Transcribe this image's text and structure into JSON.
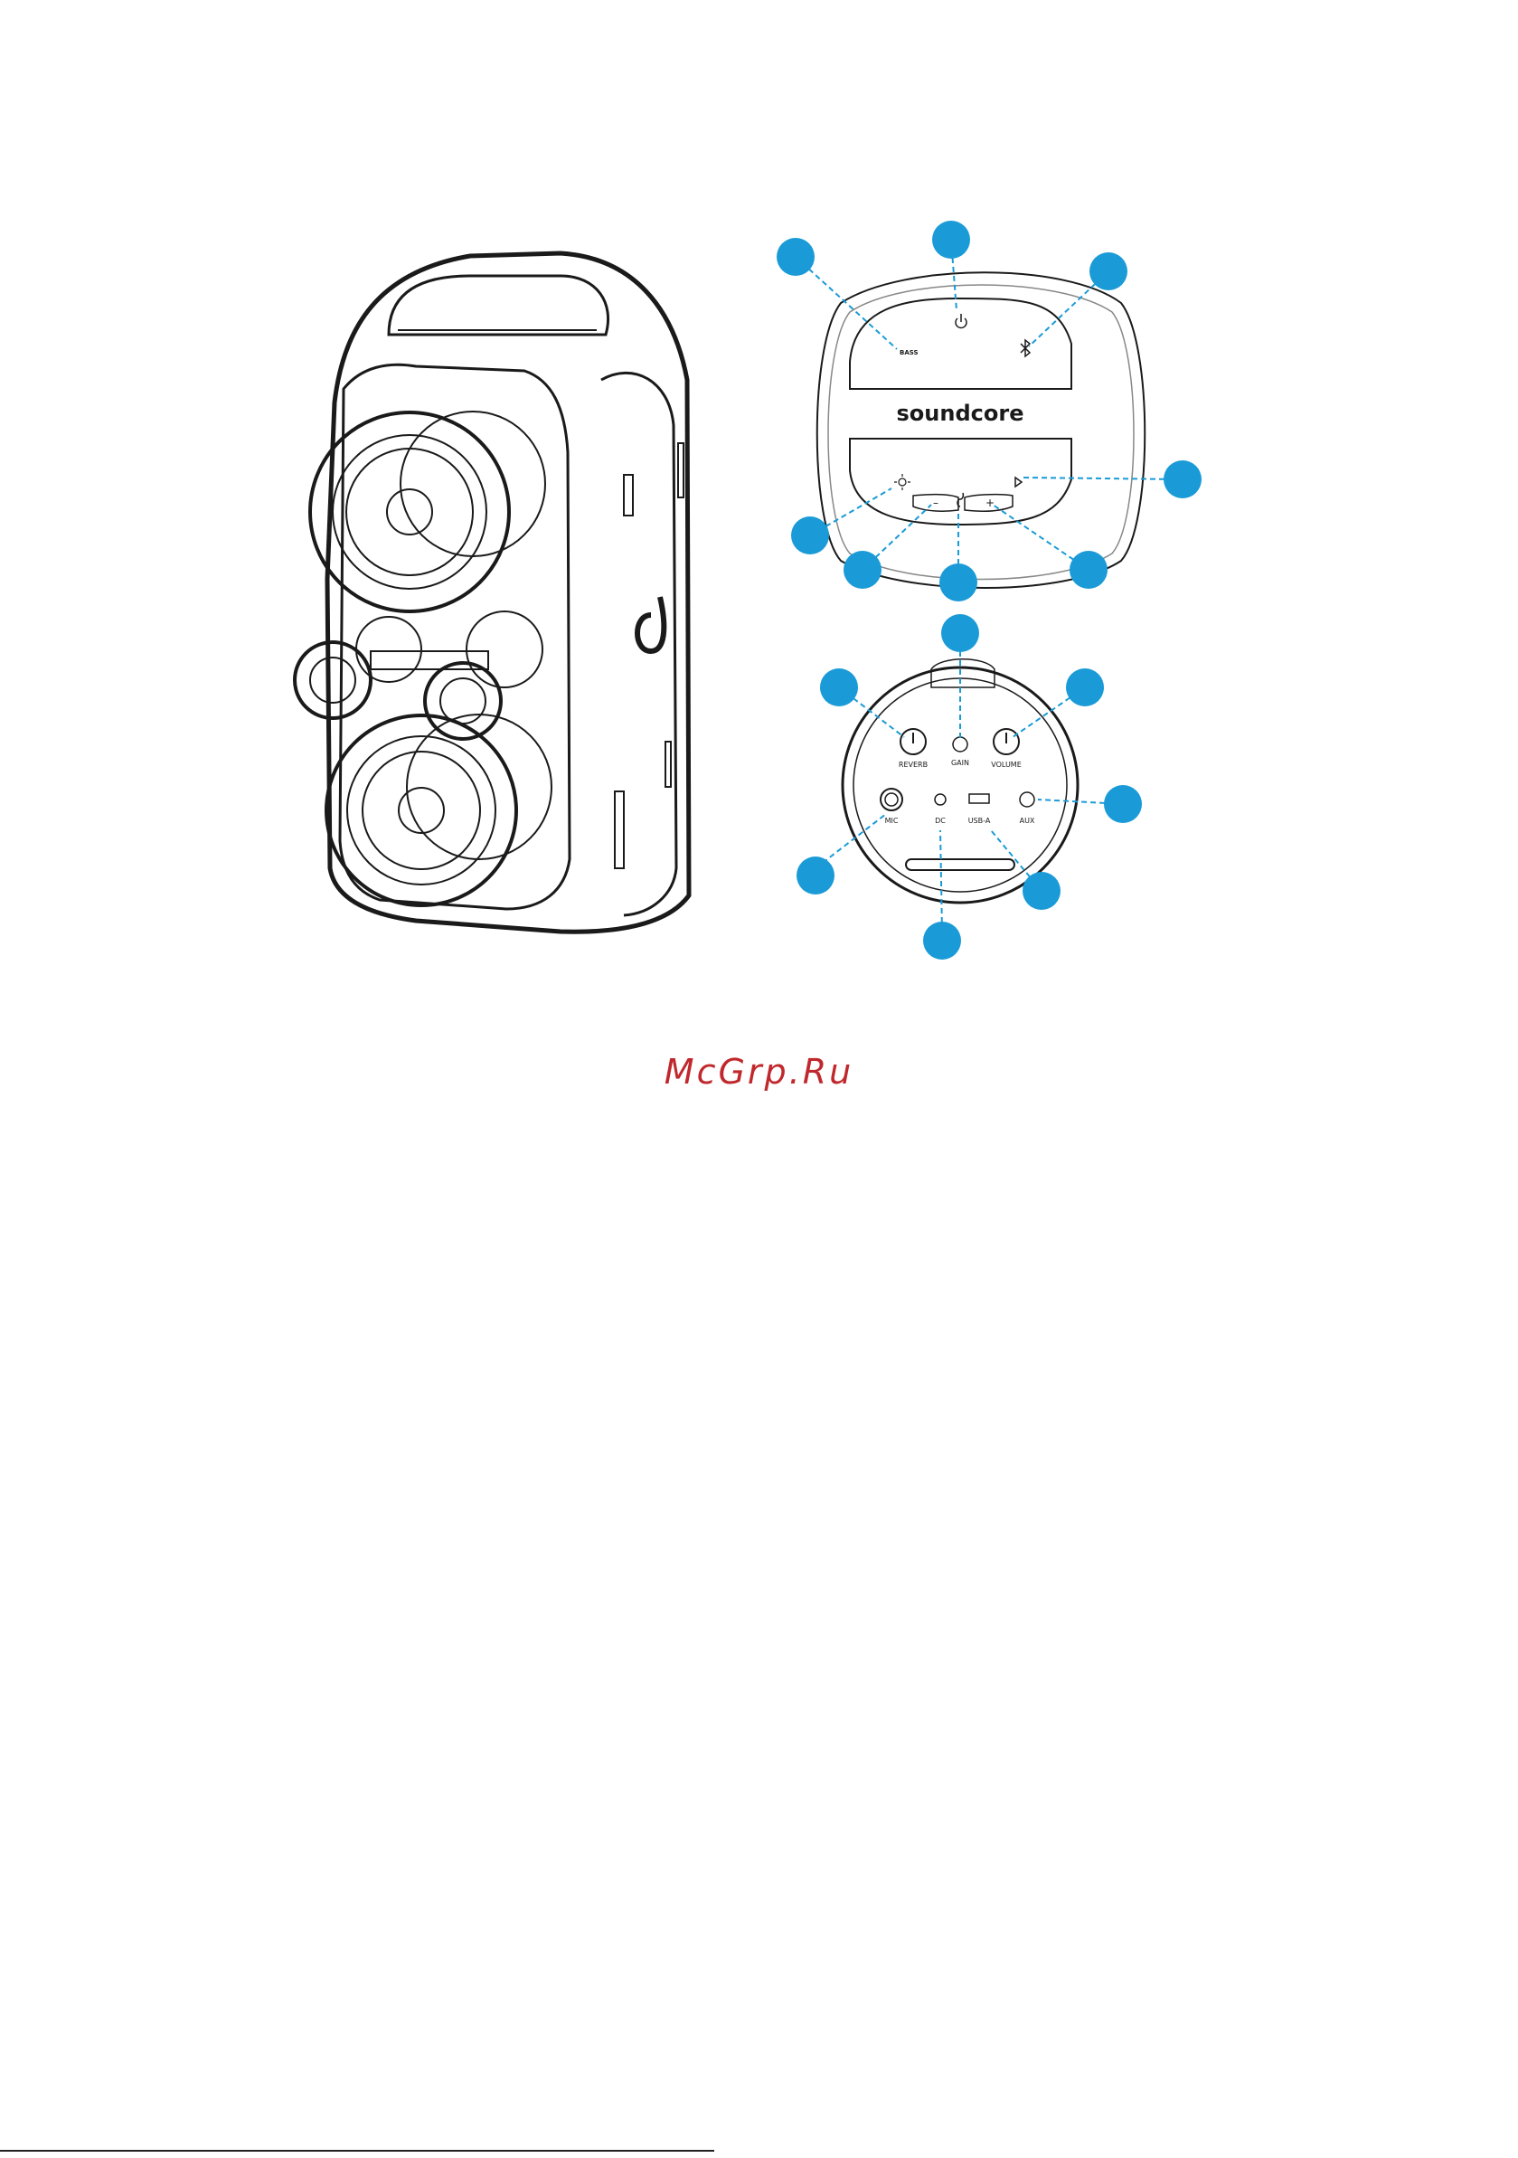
{
  "diagram": {
    "brand_wordmark": "soundcore",
    "callout_color": "#1a9bd7",
    "outline_color": "#1a1a1a",
    "top_panel": {
      "label_bass": "BASS"
    },
    "rear_panel": {
      "knob_left_label": "REVERB",
      "knob_right_label": "VOLUME",
      "gain_label": "GAIN",
      "port_labels": [
        "MIC",
        "DC",
        "USB-A",
        "AUX"
      ]
    }
  },
  "watermark": "McGrp.Ru"
}
